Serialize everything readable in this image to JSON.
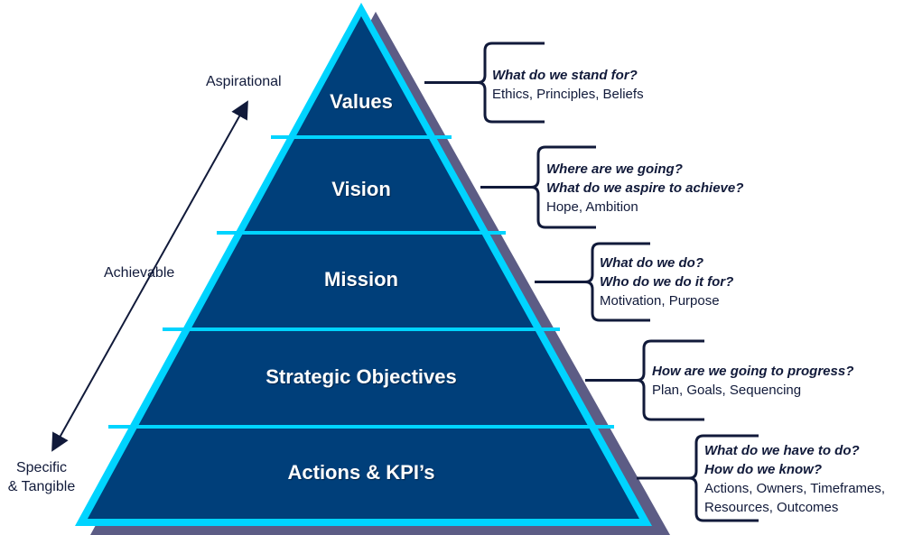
{
  "colors": {
    "fill": "#003f7a",
    "outline": "#00d4ff",
    "shadow": "#5c5c85",
    "ink": "#111a3a"
  },
  "tiers": [
    {
      "label": "Values",
      "questions": [
        "What do we stand for?"
      ],
      "details": [
        "Ethics, Principles, Beliefs"
      ]
    },
    {
      "label": "Vision",
      "questions": [
        "Where are we going?",
        "What do we aspire to achieve?"
      ],
      "details": [
        "Hope, Ambition"
      ]
    },
    {
      "label": "Mission",
      "questions": [
        "What do we do?",
        "Who do we do it for?"
      ],
      "details": [
        "Motivation, Purpose"
      ]
    },
    {
      "label": "Strategic Objectives",
      "questions": [
        "How are we going to progress?"
      ],
      "details": [
        "Plan, Goals, Sequencing"
      ]
    },
    {
      "label": "Actions & KPI’s",
      "questions": [
        "What do we have to do?",
        "How do we know?"
      ],
      "details": [
        "Actions, Owners, Timeframes,",
        "Resources, Outcomes"
      ]
    }
  ],
  "scale": {
    "top": "Aspirational",
    "middle": "Achievable",
    "bottom_line1": "Specific",
    "bottom_line2": "& Tangible"
  }
}
